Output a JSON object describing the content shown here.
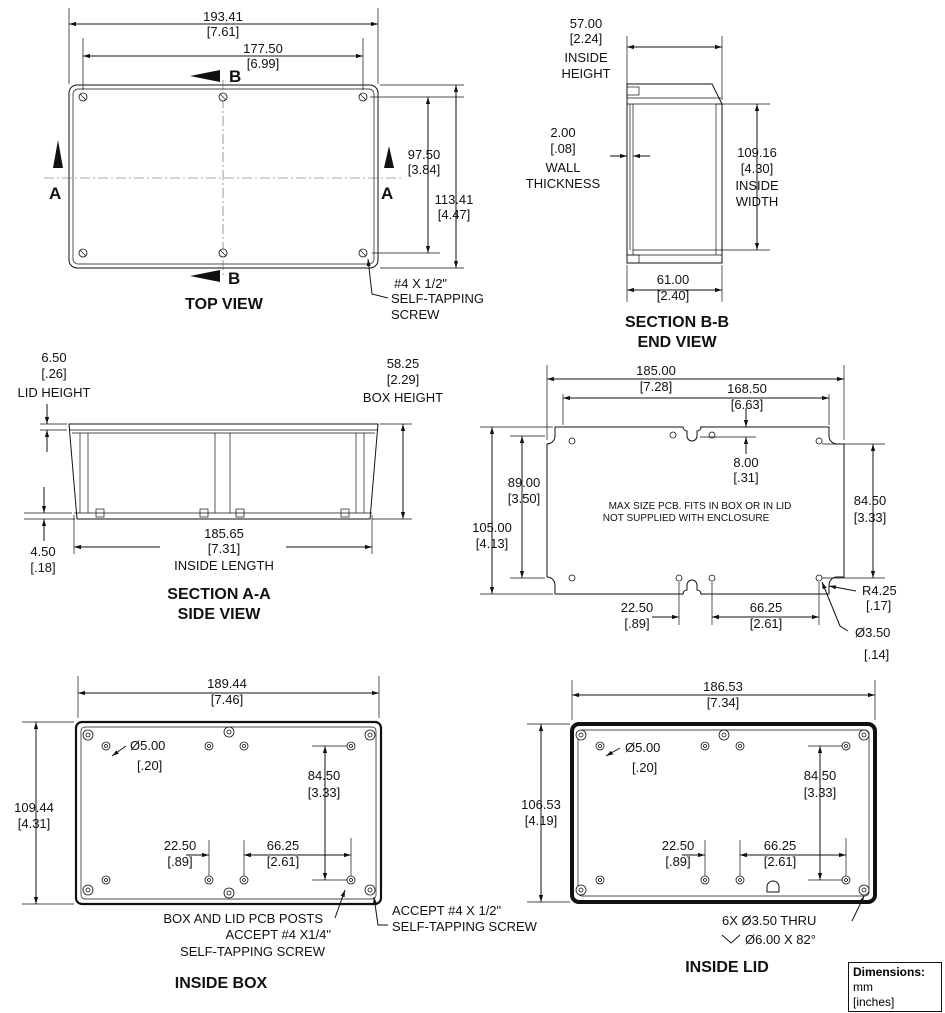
{
  "views": {
    "top": {
      "title": "TOP VIEW",
      "dims": {
        "overall_width": [
          "193.41",
          "[7.61]"
        ],
        "hole_span_x": [
          "177.50",
          "[6.99]"
        ],
        "hole_span_y": [
          "97.50",
          "[3.84]"
        ],
        "overall_height": [
          "113.41",
          "[4.47]"
        ]
      },
      "section_a": "A",
      "section_b": "B",
      "screw_note": [
        "#4 X 1/2\"",
        "SELF-TAPPING",
        "SCREW"
      ]
    },
    "end": {
      "title": [
        "SECTION B-B",
        "END VIEW"
      ],
      "inside_height": [
        "57.00",
        "[2.24]",
        "INSIDE",
        "HEIGHT"
      ],
      "wall": [
        "2.00",
        "[.08]",
        "WALL",
        "THICKNESS"
      ],
      "inside_width": [
        "109.16",
        "[4.30]",
        "INSIDE",
        "WIDTH"
      ],
      "bottom": [
        "61.00",
        "[2.40]"
      ]
    },
    "side": {
      "title": [
        "SECTION A-A",
        "SIDE VIEW"
      ],
      "lid_height": [
        "6.50",
        "[.26]",
        "LID HEIGHT"
      ],
      "box_height": [
        "58.25",
        "[2.29]",
        "BOX HEIGHT"
      ],
      "inside_length": [
        "185.65",
        "[7.31]",
        "INSIDE LENGTH"
      ],
      "floor": [
        "4.50",
        "[.18]"
      ]
    },
    "pcb": {
      "note": [
        "MAX SIZE PCB. FITS IN BOX OR IN LID",
        "NOT SUPPLIED WITH ENCLOSURE"
      ],
      "width": [
        "185.00",
        "[7.28]"
      ],
      "hole_span_x": [
        "168.50",
        "[6.63]"
      ],
      "notch": [
        "8.00",
        "[.31]"
      ],
      "hole_span_y": [
        "89.00",
        "[3.50]"
      ],
      "height": [
        "105.00",
        "[4.13]"
      ],
      "right_span": [
        "84.50",
        "[3.33]"
      ],
      "radius": [
        "R4.25",
        "[.17]"
      ],
      "mid_left": [
        "22.50",
        "[.89]"
      ],
      "mid_right": [
        "66.25",
        "[2.61]"
      ],
      "hole_dia": [
        "Ø3.50",
        "[.14]"
      ]
    },
    "inside_box": {
      "title": "INSIDE BOX",
      "width": [
        "189.44",
        "[7.46]"
      ],
      "height": [
        "109.44",
        "[4.31]"
      ],
      "post_dia": [
        "Ø5.00",
        "[.20]"
      ],
      "span_y": [
        "84.50",
        "[3.33]"
      ],
      "mid_left": [
        "22.50",
        "[.89]"
      ],
      "mid_right": [
        "66.25",
        "[2.61]"
      ],
      "note_posts": [
        "BOX AND LID PCB POSTS",
        "ACCEPT #4 X1/4\"",
        "SELF-TAPPING SCREW"
      ],
      "note_corner": [
        "ACCEPT #4 X 1/2\"",
        "SELF-TAPPING SCREW"
      ]
    },
    "inside_lid": {
      "title": "INSIDE LID",
      "width": [
        "186.53",
        "[7.34]"
      ],
      "height": [
        "106.53",
        "[4.19]"
      ],
      "post_dia": [
        "Ø5.00",
        "[.20]"
      ],
      "span_y": [
        "84.50",
        "[3.33]"
      ],
      "mid_left": [
        "22.50",
        "[.89]"
      ],
      "mid_right": [
        "66.25",
        "[2.61]"
      ],
      "thru_note": [
        "6X Ø3.50 THRU",
        "Ø6.00 X 82°"
      ]
    }
  },
  "legend": {
    "title": "Dimensions:",
    "unit": "mm",
    "alt_unit": "[inches]"
  }
}
